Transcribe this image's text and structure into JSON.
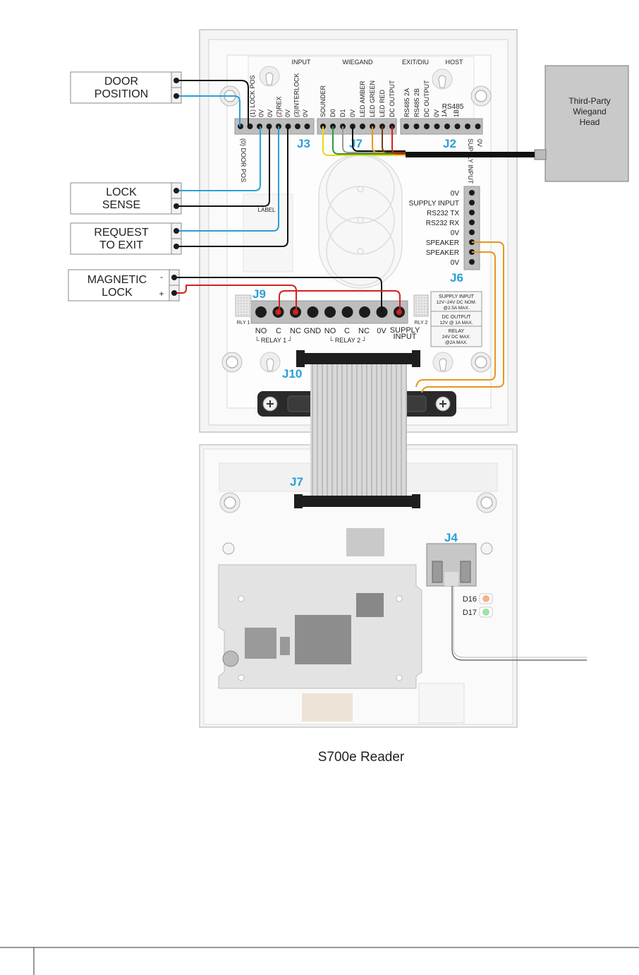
{
  "devices": {
    "door_position": [
      "DOOR",
      "POSITION"
    ],
    "lock_sense": [
      "LOCK",
      "SENSE"
    ],
    "request_to_exit": [
      "REQUEST",
      "TO EXIT"
    ],
    "magnetic_lock": [
      "MAGNETIC",
      "LOCK"
    ],
    "mag_minus": "-",
    "mag_plus": "+",
    "third_party": [
      "Third-Party",
      "Wiegand",
      "Head"
    ]
  },
  "headers": {
    "input": "INPUT",
    "wiegand": "WIEGAND",
    "exit_diu": "EXIT/DIU",
    "host": "HOST",
    "rs485": "RS485"
  },
  "j3_pins": [
    "(1) LOCK POS",
    "0V",
    "0V",
    "(2)REX",
    "0V",
    "(3)INTERLOCK",
    "0V"
  ],
  "j3_bottom": "(0) DOOR POS",
  "j7_pins": [
    "SOUNDER",
    "D0",
    "D1",
    "0V",
    "LED AMBER",
    "LED GREEN",
    "LED RED",
    "DC OUTPUT"
  ],
  "j2_pins": [
    "RS485 2A",
    "RS485 2B",
    "0V",
    "DC OUTPUT",
    "1A",
    "1B",
    "0V",
    "SUPPLY INPUT"
  ],
  "j6_pins": [
    "0V",
    "SUPPLY INPUT",
    "RS232 TX",
    "RS232 RX",
    "0V",
    "SPEAKER",
    "SPEAKER",
    "0V"
  ],
  "j9_pins": [
    "NO",
    "C",
    "NC",
    "GND",
    "NO",
    "C",
    "NC",
    "0V",
    "SUPPLY",
    "INPUT"
  ],
  "relay_groups": [
    "└ RELAY 1 ┘",
    "└ RELAY 2 ┘"
  ],
  "rly": [
    "RLY 1",
    "RLY 2"
  ],
  "label_tag": "LABEL",
  "spec_box": [
    [
      "SUPPLY INPUT",
      "12V~24V DC NOM.",
      "@2.5A MAX."
    ],
    [
      "DC OUTPUT",
      "12V @ 1A MAX."
    ],
    [
      "RELAY",
      "24V DC MAX.",
      "@2A MAX."
    ]
  ],
  "connectors": {
    "j3": "J3",
    "j7": "J7",
    "j2": "J2",
    "j6": "J6",
    "j9": "J9",
    "j10": "J10",
    "j7b": "J7",
    "j4": "J4"
  },
  "leds": [
    "D16",
    "D17"
  ],
  "caption": "S700e Reader",
  "colors": {
    "accent": "#2a9fd6",
    "wire_blue": "#2a9fd6",
    "wire_red": "#d42020",
    "wire_orange": "#e8961e",
    "wire_black": "#111111",
    "wire_yellow": "#e6d81a",
    "wire_green": "#2e9a3a",
    "wire_brown": "#7a3b12",
    "wire_grey": "#9a9a9a"
  }
}
